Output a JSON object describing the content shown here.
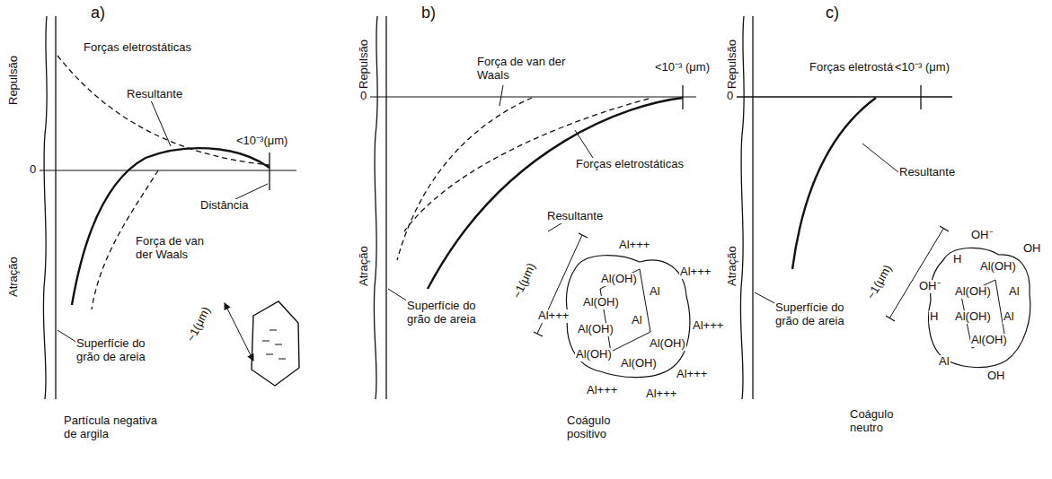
{
  "diagram": {
    "labels": [
      "a)",
      "Repulsão",
      "Atração",
      "0",
      "Forças eletrostáticas",
      "Resultante",
      "<10⁻³(μm)",
      "Distância",
      "Força de van der Waals",
      "Superfície do grão de areia",
      "~1(μm)",
      "Partícula negativa de argila",
      "b)",
      "Repulsão",
      "Atração",
      "0",
      "Força de van der Waals",
      "<10⁻³ (μm)",
      "Forças eletrostáticas",
      "Resultante",
      "Superfície do grão de areia",
      "~1(μm)",
      "Al+++",
      "Al+++",
      "Al(OH)",
      "Al(OH)",
      "Al",
      "Al+++",
      "Al(OH)",
      "Al",
      "Al(OH)",
      "Al+++",
      "Al(OH)",
      "Al(OH)",
      "Al+++",
      "Al+++",
      "Al+++",
      "Coágulo positivo",
      "c)",
      "Repulsão",
      "Atração",
      "0",
      "Forças eletrostáticas",
      "<10⁻³ (μm)",
      "Resultante",
      "Superfície do grão de areia",
      "~1(μm)",
      "OH⁻",
      "OH",
      "H",
      "Al(OH)",
      "OH⁻",
      "Al(OH)",
      "Al",
      "H",
      "Al(OH)",
      "Al",
      "Al(OH)",
      "Al",
      "OH",
      "Coágulo neutro"
    ]
  }
}
